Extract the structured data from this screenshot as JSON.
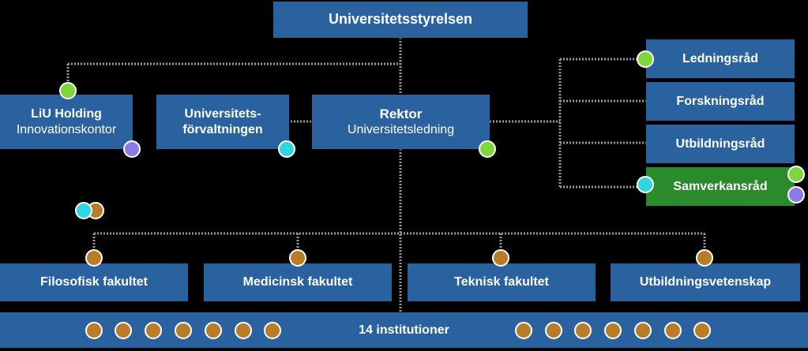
{
  "colors": {
    "box_blue": "#2a62a0",
    "box_green": "#2b8a2b",
    "line_gray": "#9a9a9a",
    "dot_lime": "#7dd63a",
    "dot_cyan": "#2fd6e0",
    "dot_purple": "#8a7be8",
    "dot_brown": "#b77d2b"
  },
  "board": {
    "label": "Universitetsstyrelsen"
  },
  "holding": {
    "line1": "LiU Holding",
    "line2": "Innovationskontor"
  },
  "administration": {
    "line1": "Universitets-",
    "line2": "förvaltningen"
  },
  "rector": {
    "line1": "Rektor",
    "line2": "Universitetsledning"
  },
  "councils": [
    {
      "label": "Ledningsråd"
    },
    {
      "label": "Forskningsråd"
    },
    {
      "label": "Utbildningsråd"
    },
    {
      "label": "Samverkansråd"
    }
  ],
  "faculties": [
    {
      "label": "Filosofisk fakultet"
    },
    {
      "label": "Medicinsk fakultet"
    },
    {
      "label": "Teknisk fakultet"
    },
    {
      "label": "Utbildningsvetenskap"
    }
  ],
  "institutions": {
    "label": "14 institutioner"
  }
}
